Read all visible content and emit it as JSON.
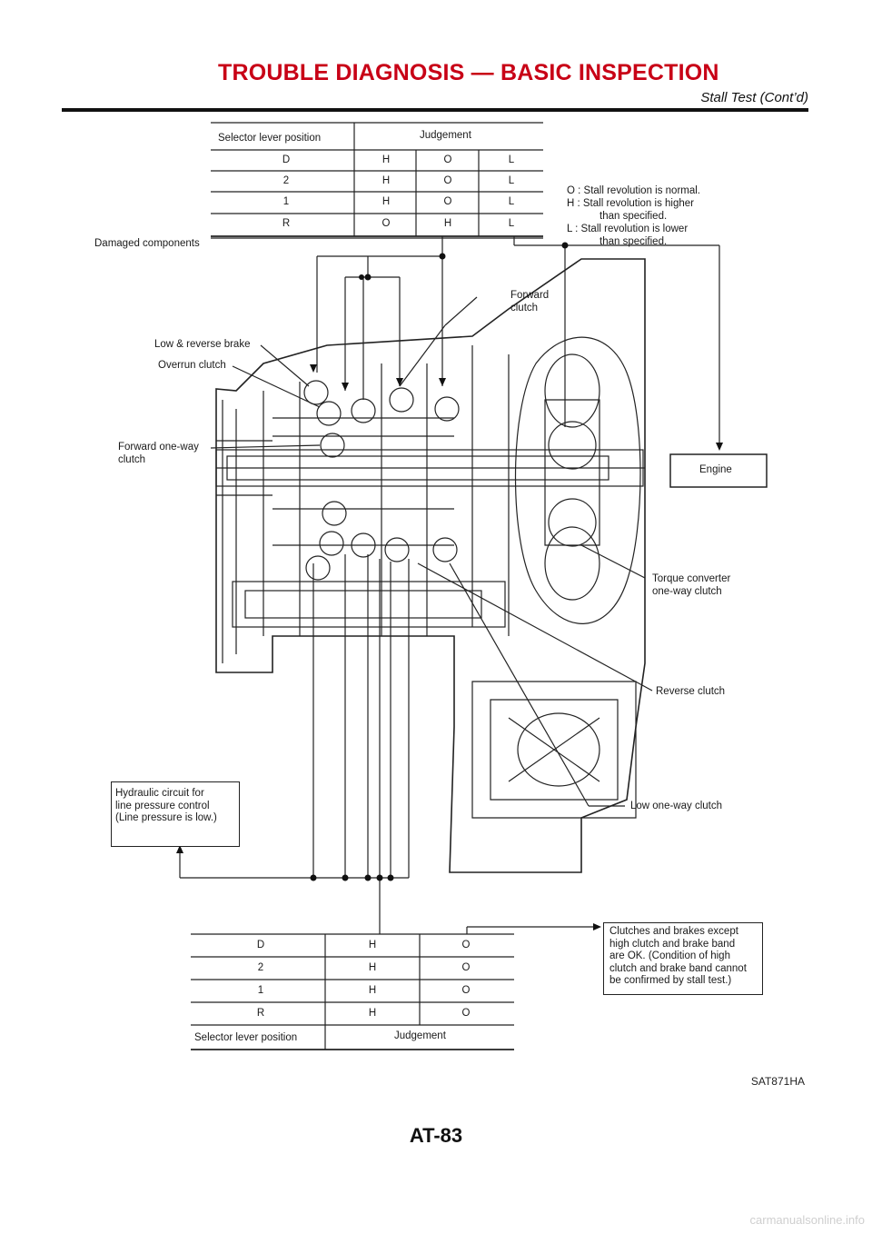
{
  "header": {
    "title": "TROUBLE DIAGNOSIS — BASIC INSPECTION",
    "subtitle": "Stall Test (Cont’d)"
  },
  "top_table": {
    "col_header_position": "Selector lever position",
    "col_header_judgement": "Judgement",
    "rows": [
      {
        "pos": "D",
        "j1": "H",
        "j2": "O",
        "j3": "L"
      },
      {
        "pos": "2",
        "j1": "H",
        "j2": "O",
        "j3": "L"
      },
      {
        "pos": "1",
        "j1": "H",
        "j2": "O",
        "j3": "L"
      },
      {
        "pos": "R",
        "j1": "O",
        "j2": "H",
        "j3": "L"
      }
    ]
  },
  "legend": {
    "o": "O : Stall revolution is normal.",
    "h1": "H : Stall revolution is higher",
    "h2": "than specified.",
    "l1": "L : Stall revolution is lower",
    "l2": "than specified."
  },
  "labels": {
    "damaged": "Damaged components",
    "forward_clutch_1": "Forward",
    "forward_clutch_2": "clutch",
    "low_reverse_brake": "Low & reverse brake",
    "overrun_clutch": "Overrun clutch",
    "forward_oneway_1": "Forward one-way",
    "forward_oneway_2": "clutch",
    "engine": "Engine",
    "torque_conv_1": "Torque converter",
    "torque_conv_2": "one-way clutch",
    "reverse_clutch": "Reverse clutch",
    "low_oneway": "Low one-way clutch"
  },
  "hydraulic_box": {
    "line1": "Hydraulic circuit for",
    "line2": "line pressure control",
    "line3": "(Line pressure is low.)"
  },
  "bottom_table": {
    "col_header_position": "Selector lever position",
    "col_header_judgement": "Judgement",
    "rows": [
      {
        "pos": "D",
        "j1": "H",
        "j2": "O"
      },
      {
        "pos": "2",
        "j1": "H",
        "j2": "O"
      },
      {
        "pos": "1",
        "j1": "H",
        "j2": "O"
      },
      {
        "pos": "R",
        "j1": "H",
        "j2": "O"
      }
    ]
  },
  "result_box": {
    "line1": "Clutches and brakes except",
    "line2": "high clutch and brake band",
    "line3": "are OK. (Condition of high",
    "line4": "clutch and brake band cannot",
    "line5": "be confirmed by stall test.)"
  },
  "figure_id": "SAT871HA",
  "page_number": "AT-83",
  "watermark": "carmanualsonline.info"
}
